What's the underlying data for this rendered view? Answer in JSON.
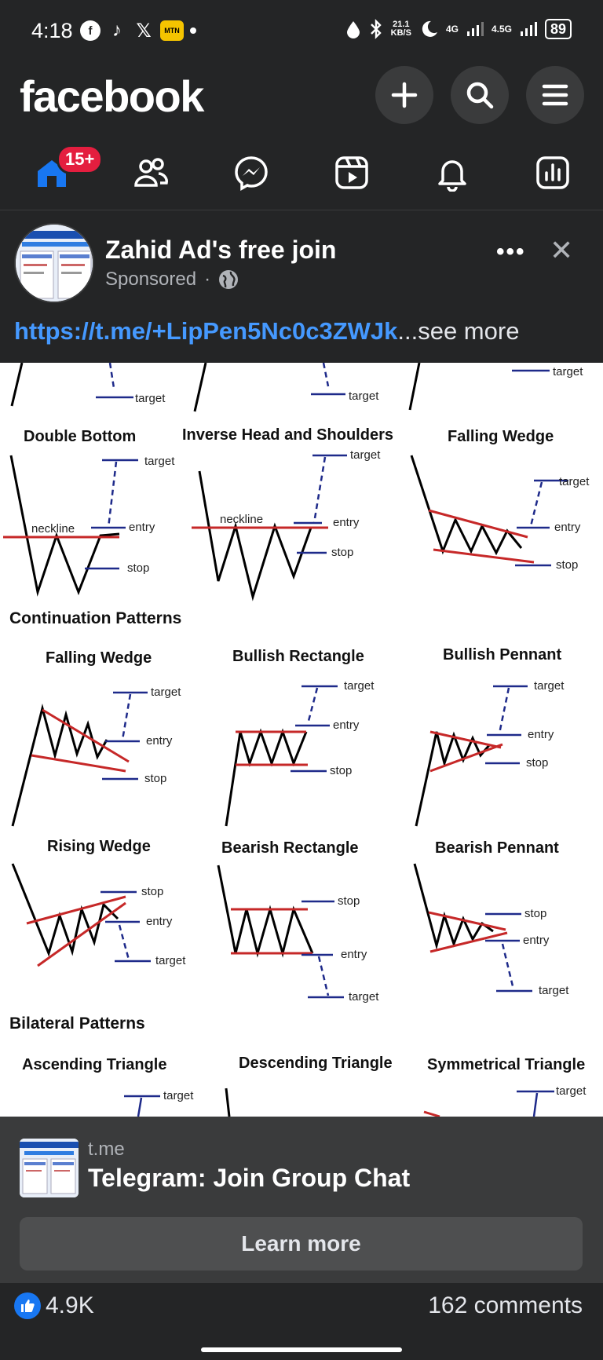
{
  "status": {
    "time": "4:18",
    "speed_top": "21.1",
    "speed_bottom": "KB/S",
    "net1": "4G",
    "net2": "4.5G",
    "battery": "89",
    "mtn_label": "MTN",
    "icon_names": [
      "facebook-icon",
      "tiktok-icon",
      "x-icon",
      "mtn-icon",
      "dot-icon",
      "drop-icon",
      "bluetooth-icon",
      "moon-icon",
      "signal-icon",
      "signal-icon",
      "battery-icon"
    ]
  },
  "header": {
    "logo": "facebook",
    "accent": "#1877f2"
  },
  "nav": {
    "home_badge": "15+",
    "items": [
      "home",
      "friends",
      "messenger",
      "video",
      "notifications",
      "dashboard"
    ]
  },
  "post": {
    "page_name": "Zahid Ad's free join",
    "sponsored": "Sponsored",
    "sponsored_sep": "·",
    "link_text": "https://t.me/+LipPen5Nc0c3ZWJk",
    "see_more": "...see more"
  },
  "image": {
    "top_targets": [
      "target",
      "target",
      "target"
    ],
    "row1": [
      {
        "title": "Double Bottom",
        "labels": [
          "target",
          "neckline",
          "entry",
          "stop"
        ]
      },
      {
        "title": "Inverse Head and Shoulders",
        "labels": [
          "target",
          "neckline",
          "entry",
          "stop"
        ]
      },
      {
        "title": "Falling Wedge",
        "labels": [
          "target",
          "entry",
          "stop"
        ]
      }
    ],
    "section_continuation": "Continuation Patterns",
    "row2": [
      {
        "title": "Falling Wedge",
        "labels": [
          "target",
          "entry",
          "stop"
        ]
      },
      {
        "title": "Bullish Rectangle",
        "labels": [
          "target",
          "entry",
          "stop"
        ]
      },
      {
        "title": "Bullish Pennant",
        "labels": [
          "target",
          "entry",
          "stop"
        ]
      }
    ],
    "row3": [
      {
        "title": "Rising Wedge",
        "labels": [
          "stop",
          "entry",
          "target"
        ]
      },
      {
        "title": "Bearish Rectangle",
        "labels": [
          "stop",
          "entry",
          "target"
        ]
      },
      {
        "title": "Bearish Pennant",
        "labels": [
          "stop",
          "entry",
          "target"
        ]
      }
    ],
    "section_bilateral": "Bilateral Patterns",
    "row4": [
      {
        "title": "Ascending Triangle",
        "labels": [
          "target"
        ]
      },
      {
        "title": "Descending Triangle",
        "labels": []
      },
      {
        "title": "Symmetrical Triangle",
        "labels": [
          "target"
        ]
      }
    ]
  },
  "card": {
    "domain": "t.me",
    "title": "Telegram: Join Group Chat",
    "button": "Learn more"
  },
  "reactions": {
    "likes": "4.9K",
    "comments": "162 comments"
  }
}
